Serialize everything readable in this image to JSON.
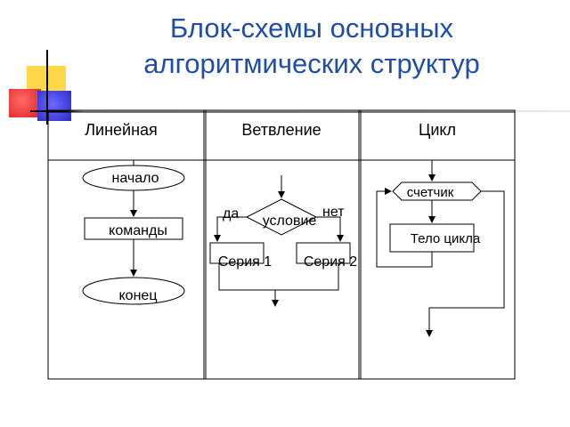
{
  "title": "Блок-схемы основных алгоритмических структур",
  "columns": {
    "linear": "Линейная",
    "branch": "Ветвление",
    "loop": "Цикл"
  },
  "linear": {
    "start": "начало",
    "commands": "команды",
    "end": "конец"
  },
  "branch": {
    "condition": "условие",
    "yes": "да",
    "no": "нет",
    "series1": "Серия 1",
    "series2": "Серия 2"
  },
  "loop": {
    "counter": "счетчик",
    "body": "Тело цикла"
  }
}
